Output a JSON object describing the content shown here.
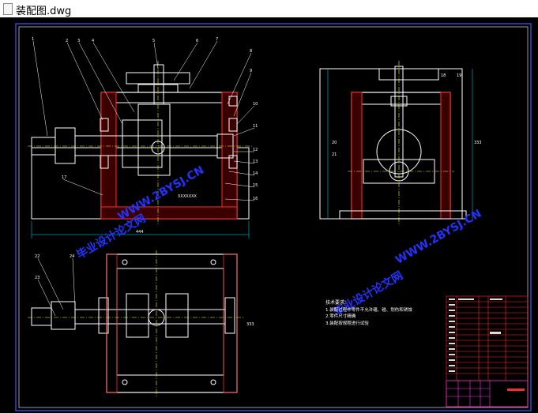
{
  "window": {
    "title": "装配图.dwg"
  },
  "colors": {
    "background": "#000000",
    "border": "#3b5bff",
    "part": "#ffffff",
    "section": "#ff2a2a",
    "center": "#ffff00",
    "dim": "#00e5ff",
    "watermark": "#2233ff"
  },
  "drawing": {
    "balloons": [
      "1",
      "2",
      "3",
      "4",
      "5",
      "6",
      "7",
      "8",
      "9",
      "10",
      "11",
      "12",
      "13",
      "14",
      "15",
      "16",
      "17",
      "18",
      "19",
      "20",
      "21",
      "22",
      "23",
      "24"
    ],
    "dimensions": {
      "overall_width": "444",
      "height_right": "333",
      "height_top": "333"
    },
    "label_top": "XXXXXXX",
    "tech_requirements": {
      "heading": "技术要求:",
      "items": [
        "1.装配过程中零件不允许磕、碰、划伤和锈蚀",
        "2.零件尺寸精确",
        "3.装配按规程进行试验"
      ]
    },
    "watermark": {
      "site": "WWW.2BYSJ.CN",
      "name": "毕业设计论文网"
    }
  }
}
